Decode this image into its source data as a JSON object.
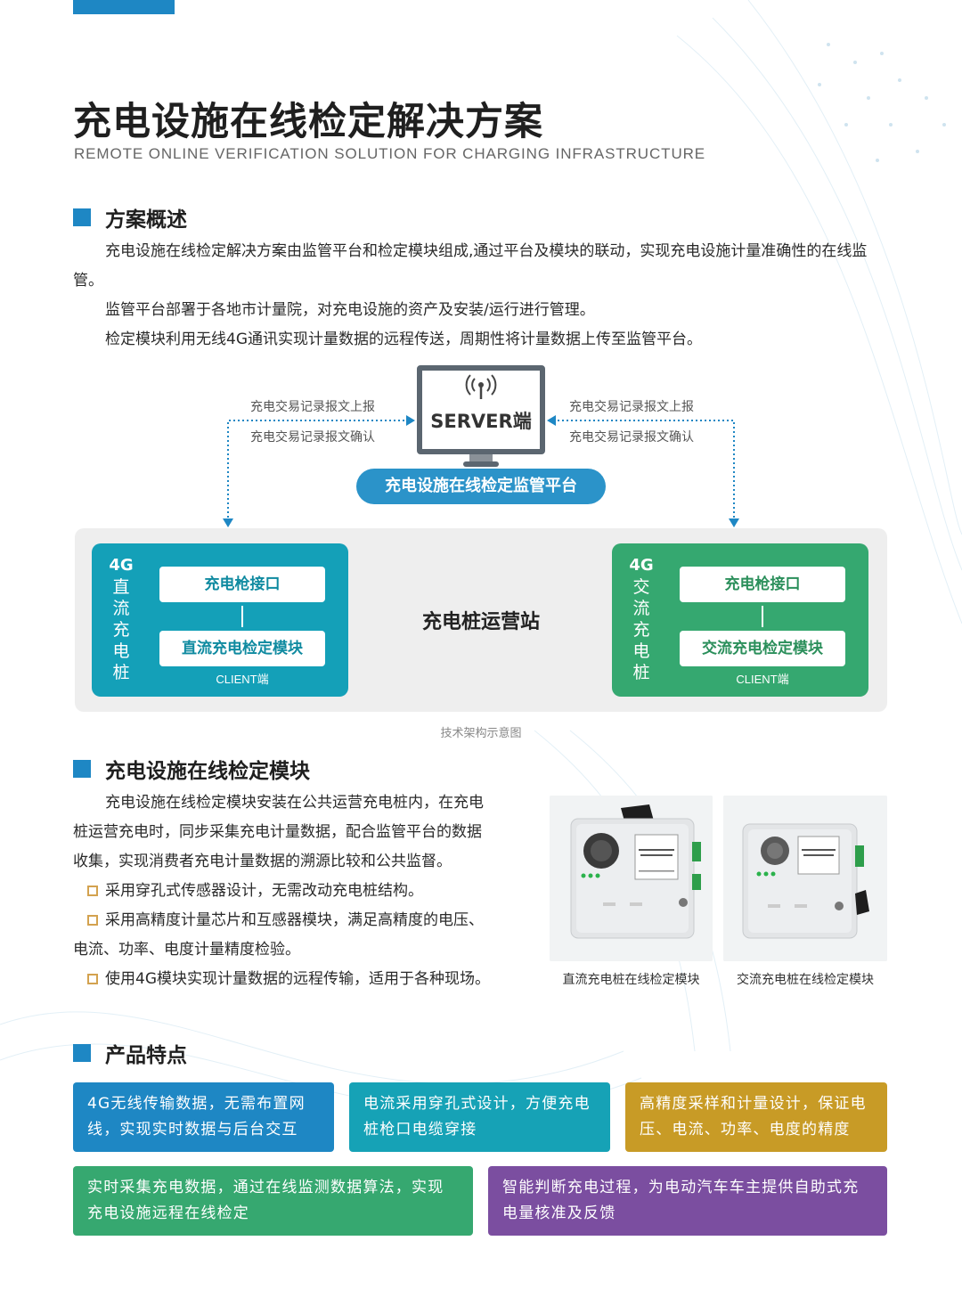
{
  "header": {
    "title": "充电设施在线检定解决方案",
    "subtitle": "REMOTE ONLINE VERIFICATION SOLUTION FOR CHARGING INFRASTRUCTURE"
  },
  "overview": {
    "heading": "方案概述",
    "p1": "充电设施在线检定解决方案由监管平台和检定模块组成,通过平台及模块的联动，实现充电设施计量准确性的在线监管。",
    "p2": "监管平台部署于各地市计量院，对充电设施的资产及安装/运行进行管理。",
    "p3": "检定模块利用无线4G通讯实现计量数据的远程传送，周期性将计量数据上传至监管平台。"
  },
  "diagram": {
    "server_label": "SERVER端",
    "platform_label": "充电设施在线检定监管平台",
    "left_up": "充电交易记录报文上报",
    "left_down": "充电交易记录报文确认",
    "right_up": "充电交易记录报文上报",
    "right_down": "充电交易记录报文确认",
    "station_label": "充电桩运营站",
    "dc": {
      "network": "4G",
      "name_chars": [
        "直",
        "流",
        "充",
        "电",
        "桩"
      ],
      "box1": "充电枪接口",
      "box2": "直流充电检定模块",
      "client": "CLIENT端"
    },
    "ac": {
      "network": "4G",
      "name_chars": [
        "交",
        "流",
        "充",
        "电",
        "桩"
      ],
      "box1": "充电枪接口",
      "box2": "交流充电检定模块",
      "client": "CLIENT端"
    },
    "caption": "技术架构示意图"
  },
  "module": {
    "heading": "充电设施在线检定模块",
    "intro_lines": [
      "充电设施在线检定模块安装在公共运营充电桩内，在充电",
      "桩运营充电时，同步采集充电计量数据，配合监管平台的数据",
      "收集，实现消费者充电计量数据的溯源比较和公共监督。"
    ],
    "bullet1": "采用穿孔式传感器设计，无需改动充电桩结构。",
    "bullet2": "采用高精度计量芯片和互感器模块，满足高精度的电压、",
    "bullet2_cont": "电流、功率、电度计量精度检验。",
    "bullet3": "使用4G模块实现计量数据的远程传输，适用于各种现场。",
    "photo_dc_caption": "直流充电桩在线检定模块",
    "photo_ac_caption": "交流充电桩在线检定模块"
  },
  "features": {
    "heading": "产品特点",
    "items": [
      "4G无线传输数据，无需布置网线，实现实时数据与后台交互",
      "电流采用穿孔式设计，方便充电桩枪口电缆穿接",
      "高精度采样和计量设计，保证电压、电流、功率、电度的精度",
      "实时采集充电数据，通过在线监测数据算法，实现充电设施远程在线检定",
      "智能判断充电过程，为电动汽车车主提供自助式充电量核准及反馈"
    ]
  },
  "colors": {
    "accent": "#1e87c4",
    "dc_pile": "#14a0b8",
    "ac_pile": "#35a870",
    "feature_colors": [
      "#1e87c4",
      "#16a2b6",
      "#c89b26",
      "#36a870",
      "#7b4ea0"
    ]
  }
}
